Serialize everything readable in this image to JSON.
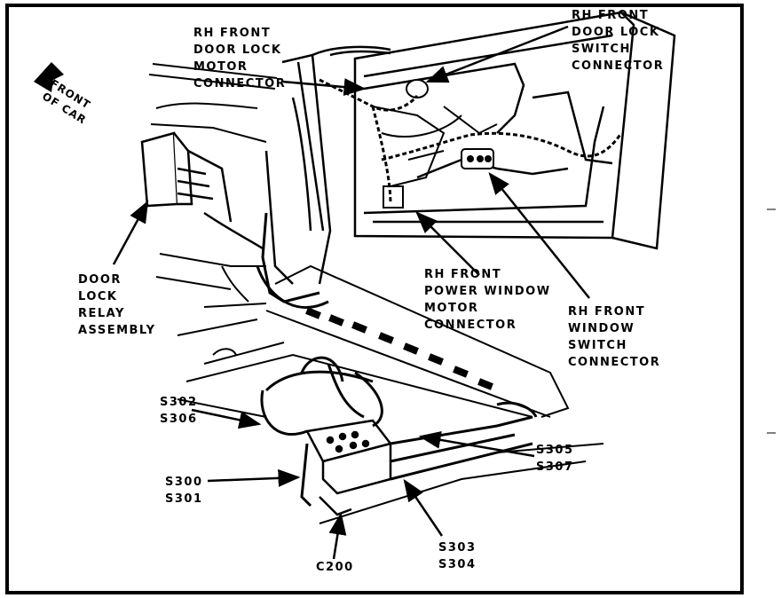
{
  "front_indicator": {
    "line1": "FRONT",
    "line2": "OF CAR"
  },
  "callouts": {
    "door_lock_motor": [
      "RH FRONT",
      "DOOR LOCK",
      "MOTOR",
      "CONNECTOR"
    ],
    "door_lock_switch": [
      "RH FRONT",
      "DOOR LOCK",
      "SWITCH",
      "CONNECTOR"
    ],
    "door_lock_relay": [
      "DOOR",
      "LOCK",
      "RELAY",
      "ASSEMBLY"
    ],
    "power_window_motor": [
      "RH FRONT",
      "POWER WINDOW",
      "MOTOR",
      "CONNECTOR"
    ],
    "window_switch": [
      "RH FRONT",
      "WINDOW",
      "SWITCH",
      "CONNECTOR"
    ],
    "s302_s306": [
      "S302",
      "S306"
    ],
    "s305_s307": [
      "S305",
      "S307"
    ],
    "s300_s301": [
      "S300",
      "S301"
    ],
    "s303_s304": [
      "S303",
      "S304"
    ],
    "c200": [
      "C200"
    ]
  }
}
